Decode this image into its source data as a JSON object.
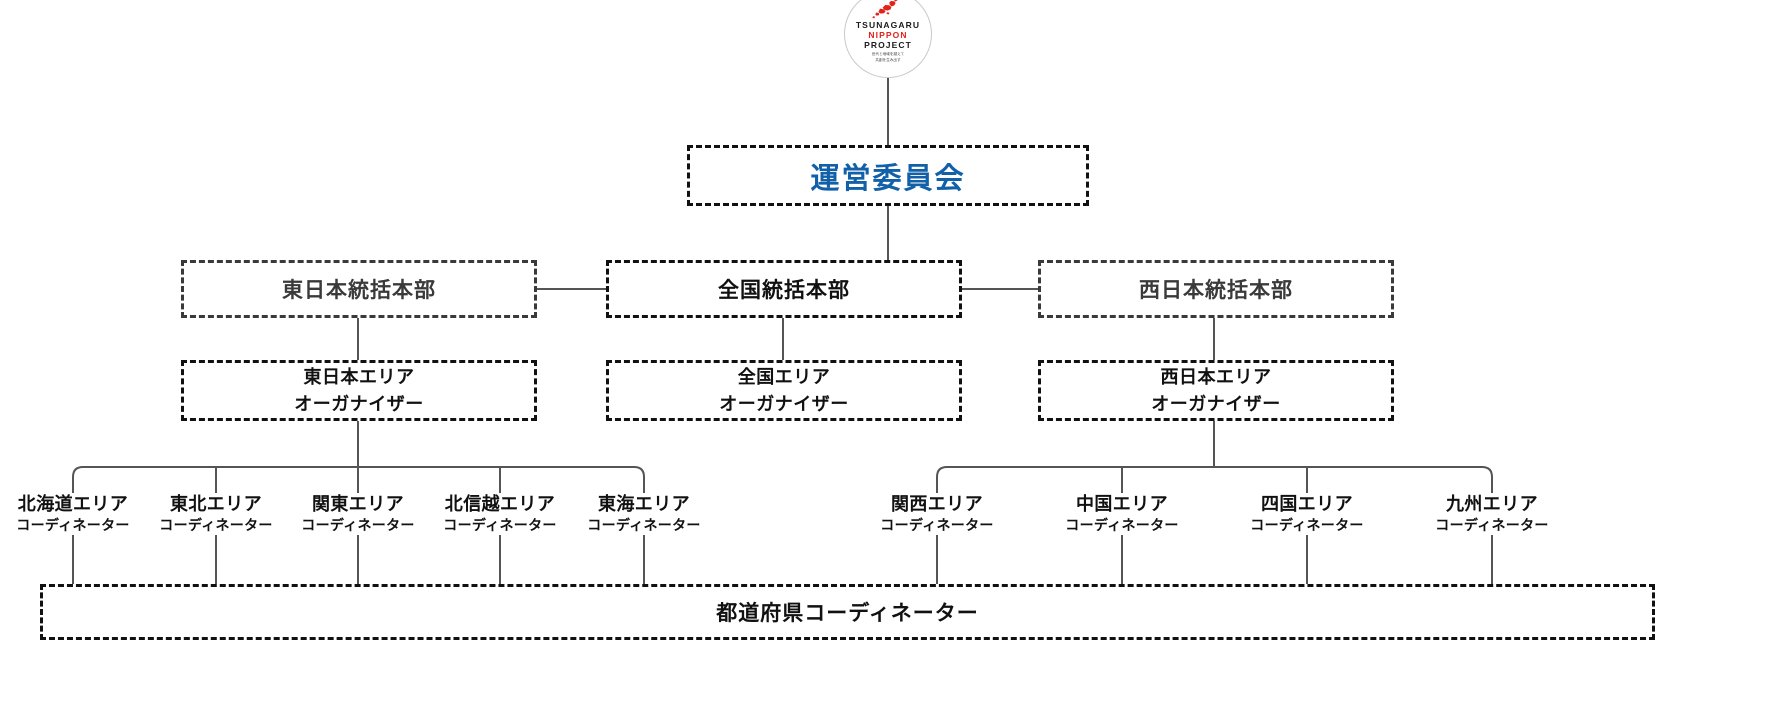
{
  "logo": {
    "name": "tsunagaru-nippon-project-logo",
    "line1": "TSUNAGARU",
    "line2": "NIPPON",
    "line3": "PROJECT",
    "sub_line1": "世代と地域を越えて",
    "sub_line2": "共創を生み出す",
    "map_color": "#e2231a"
  },
  "committee": {
    "label": "運営委員会",
    "color": "#1260a8"
  },
  "headquarters": [
    {
      "id": "east",
      "label": "東日本統括本部"
    },
    {
      "id": "national",
      "label": "全国統括本部"
    },
    {
      "id": "west",
      "label": "西日本統括本部"
    }
  ],
  "organizers": [
    {
      "id": "east",
      "area": "東日本エリア",
      "role": "オーガナイザー"
    },
    {
      "id": "national",
      "area": "全国エリア",
      "role": "オーガナイザー"
    },
    {
      "id": "west",
      "area": "西日本エリア",
      "role": "オーガナイザー"
    }
  ],
  "coordinators_east": [
    {
      "area": "北海道エリア",
      "role": "コーディネーター"
    },
    {
      "area": "東北エリア",
      "role": "コーディネーター"
    },
    {
      "area": "関東エリア",
      "role": "コーディネーター"
    },
    {
      "area": "北信越エリア",
      "role": "コーディネーター"
    },
    {
      "area": "東海エリア",
      "role": "コーディネーター"
    }
  ],
  "coordinators_west": [
    {
      "area": "関西エリア",
      "role": "コーディネーター"
    },
    {
      "area": "中国エリア",
      "role": "コーディネーター"
    },
    {
      "area": "四国エリア",
      "role": "コーディネーター"
    },
    {
      "area": "九州エリア",
      "role": "コーディネーター"
    }
  ],
  "bottom": {
    "label": "都道府県コーディネーター"
  },
  "style": {
    "line_color": "#555555",
    "border_dark": "#111111",
    "border_gray": "#3a3a3a",
    "background": "#ffffff"
  }
}
